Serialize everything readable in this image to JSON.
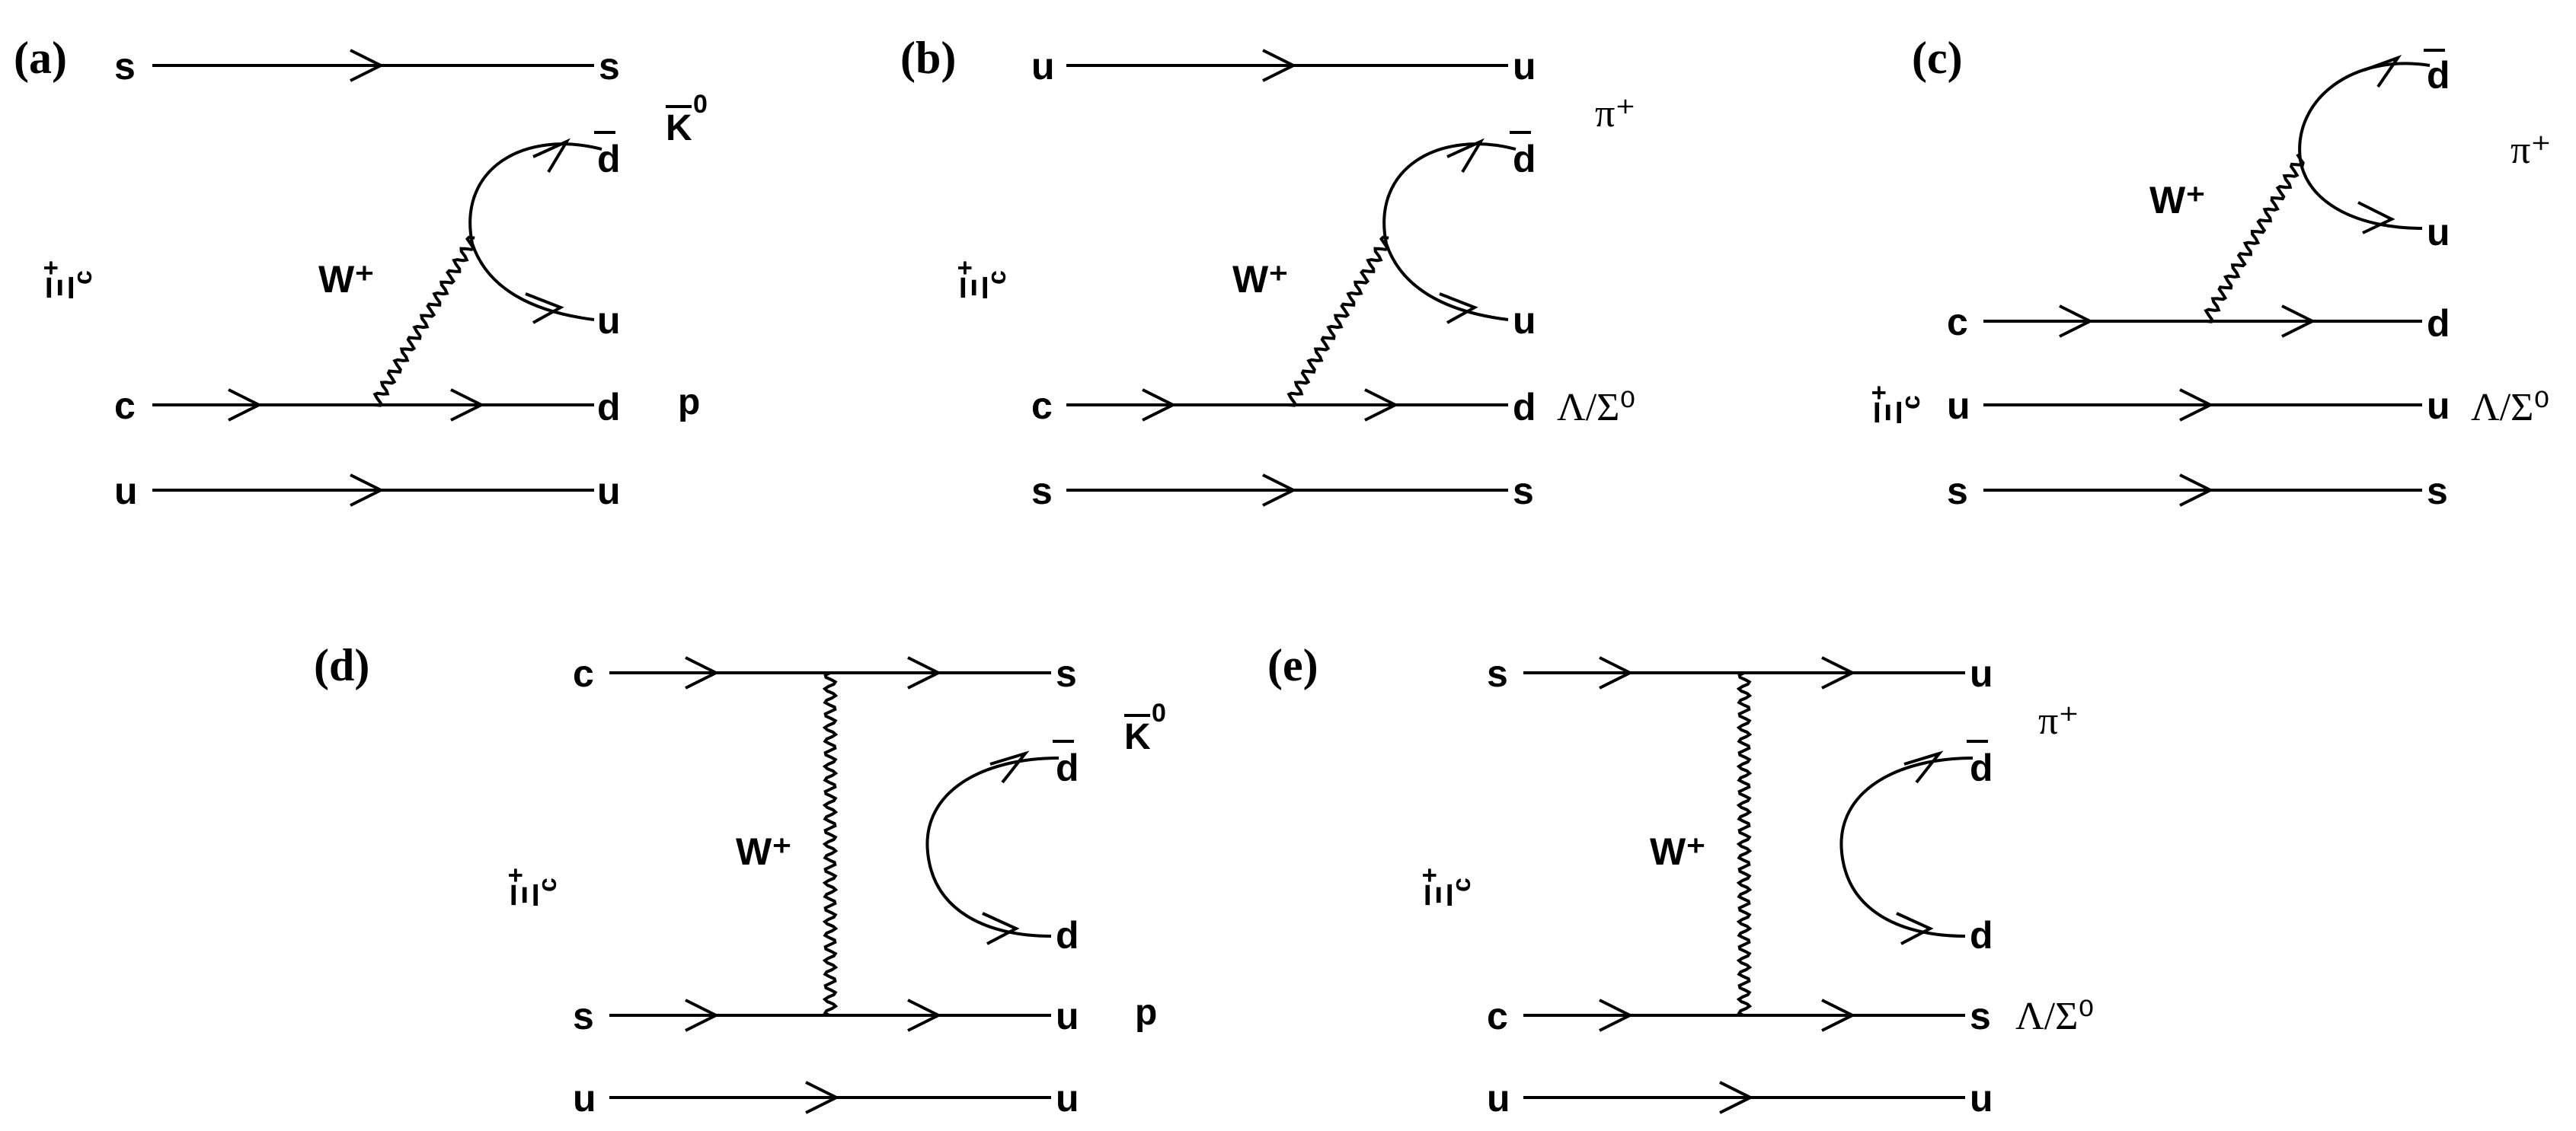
{
  "panels": [
    {
      "id": "a",
      "label": "(a)",
      "parent": {
        "base": "Ξ",
        "sub": "c",
        "sup": "+"
      },
      "quarks": {
        "top_in": "s",
        "top_out": "s",
        "c_in": "c",
        "c_out": "d",
        "bot_in": "u",
        "bot_out": "u",
        "pair_top": "d",
        "pair_bot": "u"
      },
      "boson": "W⁺",
      "hadrons": {
        "upper": "K",
        "upper_sup": "0",
        "lower": "p"
      }
    },
    {
      "id": "b",
      "label": "(b)",
      "parent": {
        "base": "Ξ",
        "sub": "c",
        "sup": "+"
      },
      "quarks": {
        "top_in": "u",
        "top_out": "u",
        "c_in": "c",
        "c_out": "d",
        "bot_in": "s",
        "bot_out": "s",
        "pair_top": "d",
        "pair_bot": "u"
      },
      "boson": "W⁺",
      "hadrons": {
        "upper": "π⁺",
        "lower": "Λ/Σ⁰"
      }
    },
    {
      "id": "c",
      "label": "(c)",
      "parent": {
        "base": "Ξ",
        "sub": "c",
        "sup": "+"
      },
      "quarks": {
        "c_in": "c",
        "c_out": "d",
        "mid_in": "u",
        "mid_out": "u",
        "bot_in": "s",
        "bot_out": "s",
        "pair_top": "d",
        "pair_bot": "u"
      },
      "boson": "W⁺",
      "hadrons": {
        "upper": "π⁺",
        "lower": "Λ/Σ⁰"
      }
    },
    {
      "id": "d",
      "label": "(d)",
      "parent": {
        "base": "Ξ",
        "sub": "c",
        "sup": "+"
      },
      "quarks": {
        "top_in": "c",
        "top_out": "s",
        "mid_in": "s",
        "mid_out": "u",
        "bot_in": "u",
        "bot_out": "u",
        "pair_top": "d",
        "pair_bot": "d"
      },
      "boson": "W⁺",
      "hadrons": {
        "upper": "K",
        "upper_sup": "0",
        "lower": "p"
      }
    },
    {
      "id": "e",
      "label": "(e)",
      "parent": {
        "base": "Ξ",
        "sub": "c",
        "sup": "+"
      },
      "quarks": {
        "top_in": "s",
        "top_out": "u",
        "mid_in": "c",
        "mid_out": "s",
        "bot_in": "u",
        "bot_out": "u",
        "pair_top": "d",
        "pair_bot": "d"
      },
      "boson": "W⁺",
      "hadrons": {
        "upper": "π⁺",
        "lower": "Λ/Σ⁰"
      }
    }
  ]
}
